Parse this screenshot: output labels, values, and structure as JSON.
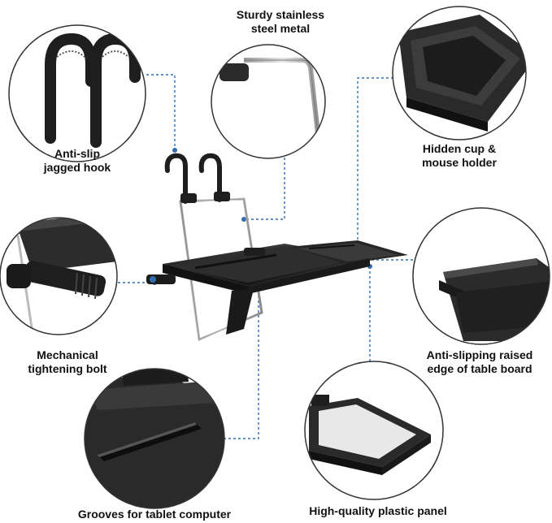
{
  "callouts": {
    "anti_slip_hook": {
      "line1": "Anti-slip",
      "line2": "jagged hook"
    },
    "steel_metal": {
      "line1": "Sturdy stainless",
      "line2": "steel metal"
    },
    "cup_holder": {
      "line1": "Hidden cup &",
      "line2": "mouse holder"
    },
    "tightening_bolt": {
      "line1": "Mechanical",
      "line2": "tightening bolt"
    },
    "raised_edge": {
      "line1": "Anti-slipping raised",
      "line2": "edge of table board"
    },
    "tablet_grooves": {
      "line1": "Grooves for tablet computer"
    },
    "plastic_panel": {
      "line1": "High-quality plastic panel"
    }
  },
  "colors": {
    "accent": "#2f6fb0",
    "circle_border": "#333333",
    "product": "#2b2b2b",
    "metal": "#b8b8b8"
  },
  "icons": [
    "hook-illustration",
    "steel-frame-illustration",
    "cup-holder-illustration",
    "bolt-illustration",
    "raised-edge-illustration",
    "tablet-groove-illustration",
    "plastic-panel-illustration",
    "car-tray-product-illustration"
  ]
}
